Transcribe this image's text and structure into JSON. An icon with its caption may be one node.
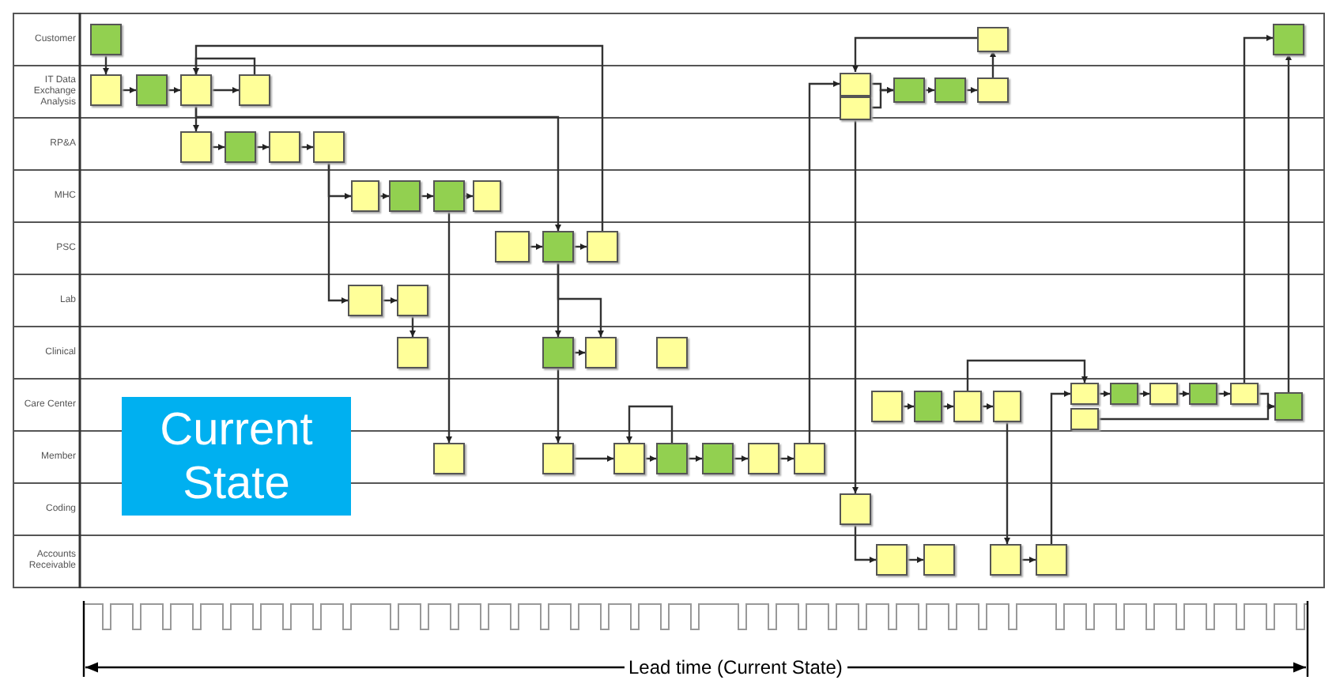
{
  "diagram": {
    "nodes": [
      {
        "text": [
          "Customer"
        ]
      },
      {
        "text": [],
        "shape": "box",
        "in": 0
      },
      {
        "text": [],
        "shape": "box",
        "in": 0
      },
      {
        "text": [],
        "shape": "box",
        "in": 0
      },
      {
        "text": [
          "IT Data Exchange Analysis"
        ]
      },
      {
        "text": [],
        "shape": "box",
        "in": 4
      },
      {
        "text": [],
        "shape": "box",
        "in": 4
      },
      {
        "text": [],
        "shape": "box",
        "in": 4
      },
      {
        "text": [],
        "shape": "box",
        "in": 4
      },
      {
        "text": [],
        "shape": "box",
        "in": 4
      },
      {
        "text": [],
        "shape": "box",
        "in": 4
      },
      {
        "text": [],
        "shape": "box",
        "in": 4
      },
      {
        "text": [],
        "shape": "box",
        "in": 4
      },
      {
        "text": [],
        "shape": "box",
        "in": 4
      },
      {
        "text": [
          "RP&A"
        ]
      },
      {
        "text": [],
        "shape": "box",
        "in": 14
      },
      {
        "text": [],
        "shape": "box",
        "in": 14
      },
      {
        "text": [],
        "shape": "box",
        "in": 14
      },
      {
        "text": [],
        "shape": "box",
        "in": 14
      },
      {
        "text": [
          "MHC"
        ]
      },
      {
        "text": [],
        "shape": "box",
        "in": 19
      },
      {
        "text": [],
        "shape": "box",
        "in": 19
      },
      {
        "text": [],
        "shape": "box",
        "in": 19
      },
      {
        "text": [],
        "shape": "box",
        "in": 19
      },
      {
        "text": [
          "PSC"
        ]
      },
      {
        "text": [],
        "shape": "box",
        "in": 24
      },
      {
        "text": [],
        "shape": "box",
        "in": 24
      },
      {
        "text": [],
        "shape": "box",
        "in": 24
      },
      {
        "text": [
          "Lab"
        ]
      },
      {
        "text": [],
        "shape": "box",
        "in": 28
      },
      {
        "text": [],
        "shape": "box",
        "in": 28
      },
      {
        "text": [
          "Clinical"
        ]
      },
      {
        "text": [],
        "shape": "box",
        "in": 31
      },
      {
        "text": [],
        "shape": "box",
        "in": 31
      },
      {
        "text": [],
        "shape": "box",
        "in": 31
      },
      {
        "text": [],
        "shape": "box",
        "in": 31
      },
      {
        "text": [
          "Care Center"
        ]
      },
      {
        "text": [],
        "shape": "box",
        "in": 36
      },
      {
        "text": [],
        "shape": "box",
        "in": 36
      },
      {
        "text": [],
        "shape": "box",
        "in": 36
      },
      {
        "text": [],
        "shape": "box",
        "in": 36
      },
      {
        "text": [],
        "shape": "box",
        "in": 36
      },
      {
        "text": [],
        "shape": "box",
        "in": 36
      },
      {
        "text": [],
        "shape": "box",
        "in": 36
      },
      {
        "text": [],
        "shape": "box",
        "in": 36
      },
      {
        "text": [],
        "shape": "box",
        "in": 36
      },
      {
        "text": [],
        "shape": "box",
        "in": 36
      },
      {
        "text": [],
        "shape": "box",
        "in": 36
      },
      {
        "text": [
          "Member"
        ]
      },
      {
        "text": [],
        "shape": "box",
        "in": 48
      },
      {
        "text": [],
        "shape": "box",
        "in": 48
      },
      {
        "text": [],
        "shape": "box",
        "in": 48
      },
      {
        "text": [],
        "shape": "box",
        "in": 48
      },
      {
        "text": [],
        "shape": "box",
        "in": 48
      },
      {
        "text": [],
        "shape": "box",
        "in": 48
      },
      {
        "text": [],
        "shape": "box",
        "in": 48
      },
      {
        "text": [
          "Coding"
        ]
      },
      {
        "text": [],
        "shape": "box",
        "in": 56
      },
      {
        "text": [
          "Accounts Receivable"
        ]
      },
      {
        "text": [],
        "shape": "box",
        "in": 58
      },
      {
        "text": [],
        "shape": "box",
        "in": 58
      },
      {
        "text": [],
        "shape": "box",
        "in": 58
      },
      {
        "text": [],
        "shape": "box",
        "in": 58
      },
      {
        "text": [
          "Current State"
        ]
      }
    ],
    "edges": [
      {
        "from": 1,
        "to": 5,
        "arrow": "to"
      },
      {
        "from": 5,
        "to": 6,
        "arrow": "to"
      },
      {
        "from": 6,
        "to": 7,
        "arrow": "to"
      },
      {
        "from": 7,
        "to": 8,
        "arrow": "to"
      },
      {
        "from": 8,
        "to": 7,
        "arrow": "to"
      },
      {
        "from": 27,
        "to": 7,
        "arrow": "to"
      },
      {
        "from": 7,
        "to": 15,
        "arrow": "to"
      },
      {
        "from": 7,
        "to": 26,
        "arrow": "to"
      },
      {
        "from": 15,
        "to": 16,
        "arrow": "to"
      },
      {
        "from": 16,
        "to": 17,
        "arrow": "to"
      },
      {
        "from": 17,
        "to": 18,
        "arrow": "to"
      },
      {
        "from": 18,
        "to": 20,
        "arrow": "to"
      },
      {
        "from": 18,
        "to": 29,
        "arrow": "to"
      },
      {
        "from": 20,
        "to": 21,
        "arrow": "to"
      },
      {
        "from": 21,
        "to": 22,
        "arrow": "to"
      },
      {
        "from": 22,
        "to": 23,
        "arrow": "to"
      },
      {
        "from": 22,
        "to": 49,
        "arrow": "to"
      },
      {
        "from": 25,
        "to": 26,
        "arrow": "to"
      },
      {
        "from": 26,
        "to": 27,
        "arrow": "to"
      },
      {
        "from": 26,
        "to": 33,
        "arrow": "to"
      },
      {
        "from": 26,
        "to": 34,
        "arrow": "to"
      },
      {
        "from": 33,
        "to": 34,
        "arrow": "to"
      },
      {
        "from": 33,
        "to": 50,
        "arrow": "to"
      },
      {
        "from": 29,
        "to": 30,
        "arrow": "to"
      },
      {
        "from": 30,
        "to": 32,
        "arrow": "to"
      },
      {
        "from": 50,
        "to": 51,
        "arrow": "to"
      },
      {
        "from": 51,
        "to": 52,
        "arrow": "to"
      },
      {
        "from": 52,
        "to": 53,
        "arrow": "to"
      },
      {
        "from": 53,
        "to": 54,
        "arrow": "to"
      },
      {
        "from": 54,
        "to": 55,
        "arrow": "to"
      },
      {
        "from": 52,
        "to": 51,
        "arrow": "to"
      },
      {
        "from": 55,
        "to": 9,
        "arrow": "to"
      },
      {
        "from": 9,
        "to": 11,
        "arrow": "to"
      },
      {
        "from": 10,
        "to": 11,
        "arrow": "to"
      },
      {
        "from": 11,
        "to": 12,
        "arrow": "to"
      },
      {
        "from": 12,
        "to": 13,
        "arrow": "to"
      },
      {
        "from": 13,
        "to": 2,
        "arrow": "to"
      },
      {
        "from": 2,
        "to": 9,
        "arrow": "to"
      },
      {
        "from": 10,
        "to": 57,
        "arrow": "to"
      },
      {
        "from": 57,
        "to": 59,
        "arrow": "to"
      },
      {
        "from": 59,
        "to": 60,
        "arrow": "to"
      },
      {
        "from": 37,
        "to": 38,
        "arrow": "to"
      },
      {
        "from": 38,
        "to": 39,
        "arrow": "to"
      },
      {
        "from": 39,
        "to": 40,
        "arrow": "to"
      },
      {
        "from": 39,
        "to": 41,
        "arrow": "to"
      },
      {
        "from": 40,
        "to": 61,
        "arrow": "to"
      },
      {
        "from": 61,
        "to": 62,
        "arrow": "to"
      },
      {
        "from": 62,
        "to": 41,
        "arrow": "to"
      },
      {
        "from": 41,
        "to": 43,
        "arrow": "to"
      },
      {
        "from": 43,
        "to": 44,
        "arrow": "to"
      },
      {
        "from": 44,
        "to": 45,
        "arrow": "to"
      },
      {
        "from": 45,
        "to": 46,
        "arrow": "to"
      },
      {
        "from": 46,
        "to": 3,
        "arrow": "to"
      },
      {
        "from": 46,
        "to": 47,
        "arrow": "to"
      },
      {
        "from": 42,
        "to": 47,
        "arrow": "to"
      },
      {
        "from": 47,
        "to": 3,
        "arrow": "to"
      }
    ],
    "labels": [
      "Lead time (Current State)"
    ]
  }
}
